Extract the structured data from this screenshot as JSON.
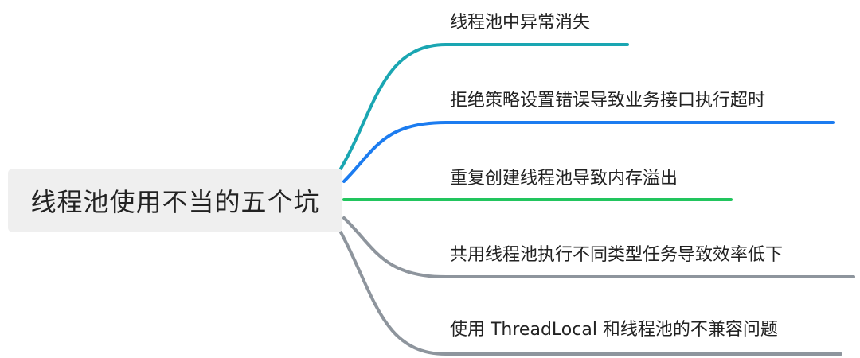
{
  "mindmap": {
    "root": {
      "label": "线程池使用不当的五个坑"
    },
    "branches": [
      {
        "label": "线程池中异常消失",
        "color": "#1aa6b2"
      },
      {
        "label": "拒绝策略设置错误导致业务接口执行超时",
        "color": "#1c7cf0"
      },
      {
        "label": "重复创建线程池导致内存溢出",
        "color": "#22c55e"
      },
      {
        "label": "共用线程池执行不同类型任务导致效率低下",
        "color": "#8e959d"
      },
      {
        "label": "使用 ThreadLocal 和线程池的不兼容问题",
        "color": "#8e959d"
      }
    ]
  }
}
